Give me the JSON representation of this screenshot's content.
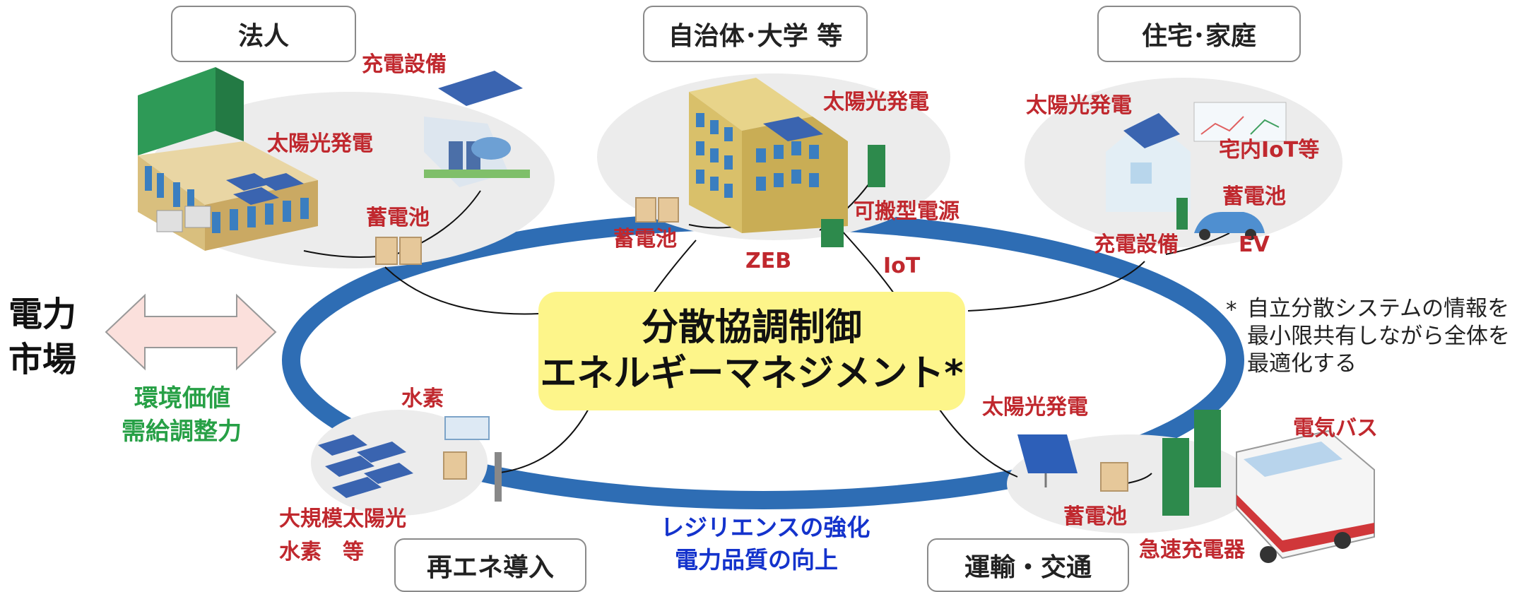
{
  "categories": {
    "corporate": "法人",
    "municipal": "自治体･大学 等",
    "home": "住宅･家庭",
    "renewable": "再エネ導入",
    "transport": "運輸・交通"
  },
  "left_market": {
    "line1": "電力",
    "line2": "市場"
  },
  "left_values": {
    "line1": "環境価値",
    "line2": "需給調整力"
  },
  "center": {
    "line1": "分散協調制御",
    "line2": "エネルギーマネジメント*"
  },
  "bottom_center": {
    "line1": "レジリエンスの強化",
    "line2": "電力品質の向上"
  },
  "note": {
    "mark": "*",
    "line1": "自立分散システムの情報を",
    "line2": "最小限共有しながら全体を",
    "line3": "最適化する"
  },
  "labels": {
    "corp_charging": "充電設備",
    "corp_solar": "太陽光発電",
    "corp_battery": "蓄電池",
    "muni_solar": "太陽光発電",
    "muni_portable": "可搬型電源",
    "muni_battery": "蓄電池",
    "muni_zeb": "ZEB",
    "muni_iot": "IoT",
    "home_solar": "太陽光発電",
    "home_iot": "宅内IoT等",
    "home_battery": "蓄電池",
    "home_charging": "充電設備",
    "home_ev": "EV",
    "renew_hydrogen": "水素",
    "renew_large_solar": "大規模太陽光",
    "renew_hydrogen_etc": "水素　等",
    "trans_solar": "太陽光発電",
    "trans_bus": "電気バス",
    "trans_battery": "蓄電池",
    "trans_fast_charger": "急速充電器"
  },
  "colors": {
    "ring": "#2e6db4",
    "center_fill": "#fdf58a",
    "label_red": "#c0282e",
    "label_green": "#27a046",
    "label_blue": "#1433cc",
    "arrow_fill": "#fbe0dc",
    "cluster_fill": "#ececec"
  },
  "icons": [
    "building-icon",
    "solar-panel-icon",
    "ev-charger-icon",
    "battery-icon",
    "house-icon",
    "ev-car-icon",
    "hydrogen-tank-icon",
    "bus-icon",
    "double-arrow-icon"
  ]
}
